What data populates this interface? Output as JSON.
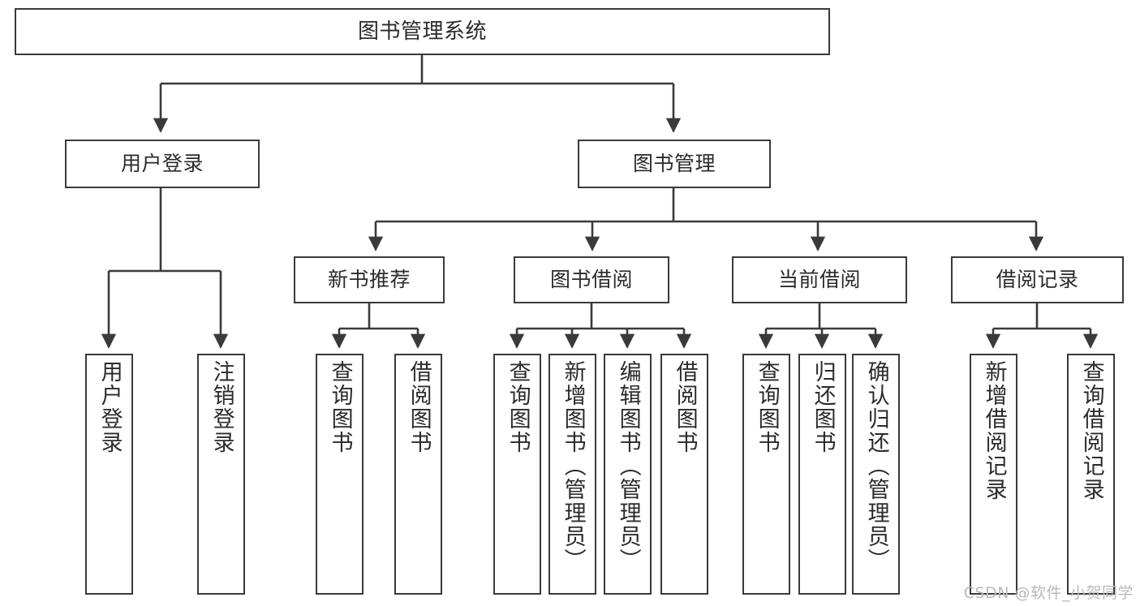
{
  "diagram": {
    "title": "图书管理系统",
    "type": "hierarchy-tree",
    "watermark": "CSDN @软件_小贺同学",
    "colors": {
      "border": "#3a3a3a",
      "background": "#ffffff",
      "text": "#2b2b2b",
      "edge": "#3a3a3a",
      "watermark": "#b9b9b9"
    },
    "levels": {
      "level1": [
        {
          "id": "root",
          "label": "图书管理系统"
        }
      ],
      "level2": [
        {
          "id": "user-login",
          "label": "用户登录"
        },
        {
          "id": "book-manage",
          "label": "图书管理"
        }
      ],
      "level3": [
        {
          "id": "new-book-rec",
          "label": "新书推荐"
        },
        {
          "id": "book-borrow",
          "label": "图书借阅"
        },
        {
          "id": "current-borrow",
          "label": "当前借阅"
        },
        {
          "id": "borrow-record",
          "label": "借阅记录"
        }
      ],
      "level4": [
        {
          "id": "leaf-user-login",
          "label": "用户登录",
          "parent": "user-login"
        },
        {
          "id": "leaf-logout",
          "label": "注销登录",
          "parent": "user-login"
        },
        {
          "id": "leaf-query-book-1",
          "label": "查询图书",
          "parent": "new-book-rec"
        },
        {
          "id": "leaf-borrow-book-1",
          "label": "借阅图书",
          "parent": "new-book-rec"
        },
        {
          "id": "leaf-query-book-2",
          "label": "查询图书",
          "parent": "book-borrow"
        },
        {
          "id": "leaf-add-book",
          "label": "新增图书（管理员）",
          "parent": "book-borrow"
        },
        {
          "id": "leaf-edit-book",
          "label": "编辑图书（管理员）",
          "parent": "book-borrow"
        },
        {
          "id": "leaf-borrow-book-2",
          "label": "借阅图书",
          "parent": "book-borrow"
        },
        {
          "id": "leaf-query-book-3",
          "label": "查询图书",
          "parent": "current-borrow"
        },
        {
          "id": "leaf-return-book",
          "label": "归还图书",
          "parent": "current-borrow"
        },
        {
          "id": "leaf-confirm-return",
          "label": "确认归还（管理员）",
          "parent": "current-borrow"
        },
        {
          "id": "leaf-add-record",
          "label": "新增借阅记录",
          "parent": "borrow-record"
        },
        {
          "id": "leaf-query-record",
          "label": "查询借阅记录",
          "parent": "borrow-record"
        }
      ]
    }
  }
}
